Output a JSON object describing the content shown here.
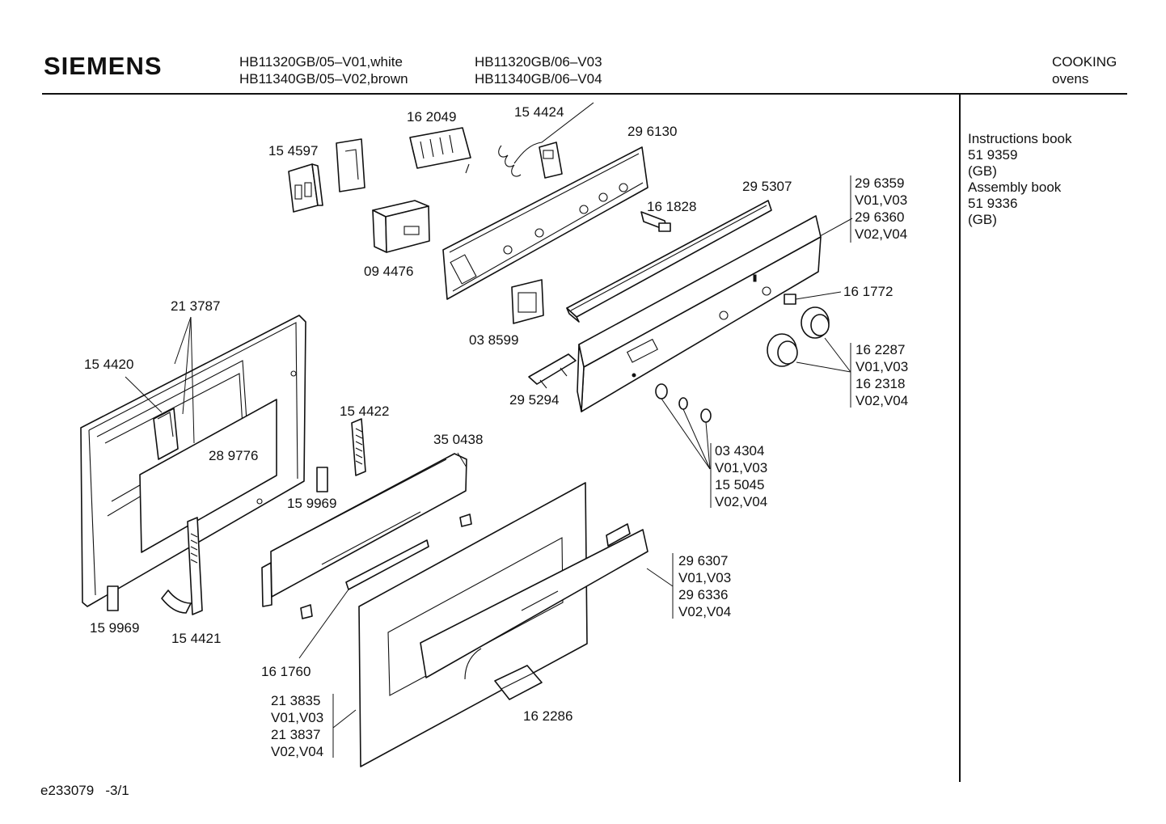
{
  "header": {
    "brand": "SIEMENS",
    "models_col1": [
      "HB11320GB/05–V01,white",
      "HB11340GB/05–V02,brown"
    ],
    "models_col2": [
      "HB11320GB/06–V03",
      "HB11340GB/06–V04"
    ],
    "category": [
      "COOKING",
      "ovens"
    ]
  },
  "sidebar": {
    "lines": [
      "Instructions book",
      "51 9359",
      "(GB)",
      "Assembly book",
      "51 9336",
      "(GB)"
    ]
  },
  "footer": {
    "code": "e233079   -3/1"
  },
  "labels": {
    "p162049": "16 2049",
    "p154424": "15 4424",
    "p296130": "29 6130",
    "p154597": "15 4597",
    "p295307": "29 5307",
    "p161828": "16 1828",
    "p094476": "09 4476",
    "p161772": "16 1772",
    "p213787": "21 3787",
    "p038599": "03 8599",
    "p154420": "15 4420",
    "p295294": "29 5294",
    "p154422": "15 4422",
    "p350438": "35 0438",
    "p289776": "28 9776",
    "p159969a": "15 9969",
    "p159969b": "15 9969",
    "p154421": "15 4421",
    "p161760": "16 1760",
    "p162286": "16 2286"
  },
  "groups": {
    "g_296359": [
      "29 6359",
      "V01,V03",
      "29 6360",
      "V02,V04"
    ],
    "g_162287": [
      "16 2287",
      "V01,V03",
      "16 2318",
      "V02,V04"
    ],
    "g_034304": [
      "03 4304",
      "V01,V03",
      "15 5045",
      "V02,V04"
    ],
    "g_296307": [
      "29 6307",
      "V01,V03",
      "29 6336",
      "V02,V04"
    ],
    "g_213835": [
      "21 3835",
      "V01,V03",
      "21 3837",
      "V02,V04"
    ]
  }
}
